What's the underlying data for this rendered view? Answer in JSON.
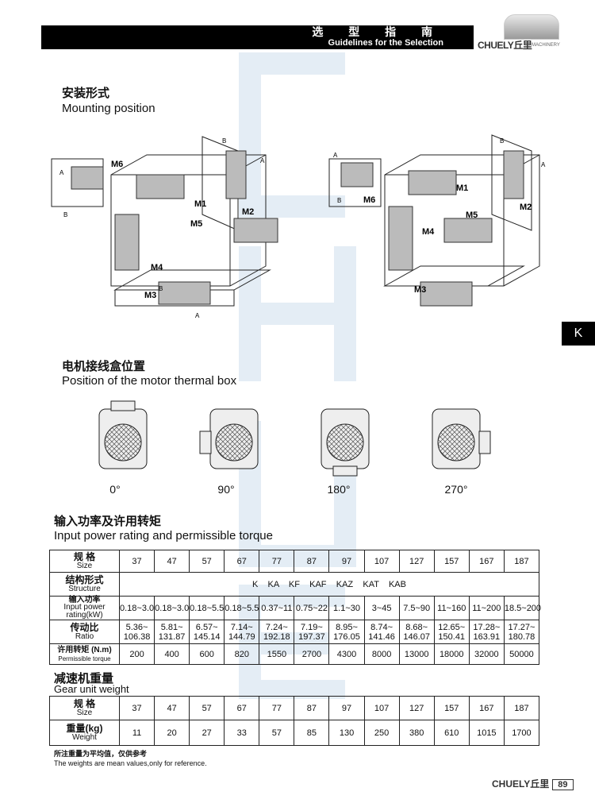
{
  "header": {
    "title_cn": "选 型 指 南",
    "title_en": "Guidelines for the Selection",
    "brand": "CHUELY丘里",
    "brand_sub": "MACHINERY"
  },
  "side_tab": "K",
  "mounting": {
    "title_cn": "安装形式",
    "title_en": "Mounting position",
    "positions": [
      "M1",
      "M2",
      "M3",
      "M4",
      "M5",
      "M6"
    ],
    "axis_a": "A",
    "axis_b": "B"
  },
  "thermal": {
    "title_cn": "电机接线盒位置",
    "title_en": "Position of the motor thermal box",
    "angles": [
      "0°",
      "90°",
      "180°",
      "270°"
    ]
  },
  "power": {
    "title_cn": "输入功率及许用转矩",
    "title_en": "Input power rating and permissible torque",
    "size_label_cn": "规 格",
    "size_label_en": "Size",
    "sizes": [
      "37",
      "47",
      "57",
      "67",
      "77",
      "87",
      "97",
      "107",
      "127",
      "157",
      "167",
      "187"
    ],
    "structure_label_cn": "结构形式",
    "structure_label_en": "Structure",
    "structure_value": "K    KA    KF    KAF    KAZ    KAT    KAB",
    "input_label_cn": "输入功率",
    "input_label_en": "Input power rating(kW)",
    "input": [
      "0.18~3.0",
      "0.18~3.0",
      "0.18~5.5",
      "0.18~5.5",
      "0.37~11",
      "0.75~22",
      "1.1~30",
      "3~45",
      "7.5~90",
      "11~160",
      "11~200",
      "18.5~200"
    ],
    "ratio_label_cn": "传动比",
    "ratio_label_en": "Ratio",
    "ratio": [
      "5.36~ 106.38",
      "5.81~ 131.87",
      "6.57~ 145.14",
      "7.14~ 144.79",
      "7.24~ 192.18",
      "7.19~ 197.37",
      "8.95~ 176.05",
      "8.74~ 141.46",
      "8.68~ 146.07",
      "12.65~ 150.41",
      "17.28~ 163.91",
      "17.27~ 180.78"
    ],
    "torque_label_cn": "许用转矩 (N.m)",
    "torque_label_en": "Permissible torque",
    "torque": [
      "200",
      "400",
      "600",
      "820",
      "1550",
      "2700",
      "4300",
      "8000",
      "13000",
      "18000",
      "32000",
      "50000"
    ]
  },
  "weight": {
    "title_cn": "减速机重量",
    "title_en": "Gear unit weight",
    "size_label_cn": "规 格",
    "size_label_en": "Size",
    "sizes": [
      "37",
      "47",
      "57",
      "67",
      "77",
      "87",
      "97",
      "107",
      "127",
      "157",
      "167",
      "187"
    ],
    "weight_label_cn": "重量(kg)",
    "weight_label_en": "Weight",
    "values": [
      "11",
      "20",
      "27",
      "33",
      "57",
      "85",
      "130",
      "250",
      "380",
      "610",
      "1015",
      "1700"
    ],
    "note_cn": "所注重量为平均值，仅供参考",
    "note_en": "The weights are mean values,only for reference."
  },
  "footer": {
    "brand": "CHUELY丘里",
    "page": "89"
  }
}
